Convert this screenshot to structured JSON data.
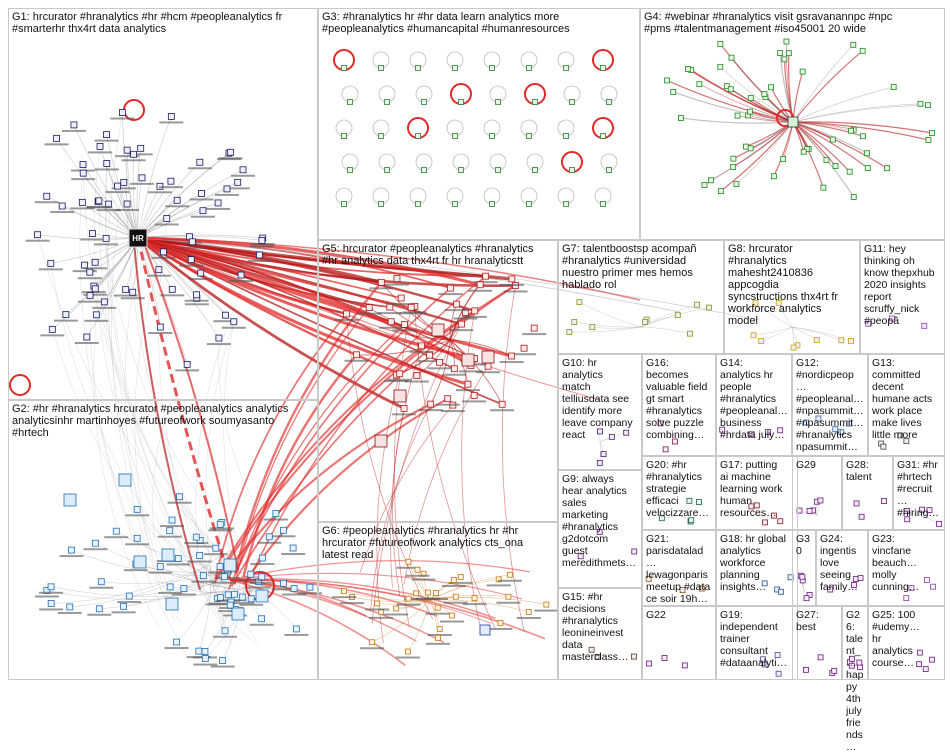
{
  "graph": {
    "groups": [
      {
        "id": "G1",
        "title": "G1: hrcurator #hranalytics #hr #hcm #peopleanalytics fr\n#smarterhr thx4rt data analytics",
        "color": "#1a1a5e"
      },
      {
        "id": "G2",
        "title": "G2: #hr #hranalytics hrcurator #peopleanalytics analytics\nanalyticsinhr martinhoyes #futureofwork soumyasanto\n#hrtech",
        "color": "#1f6fb8"
      },
      {
        "id": "G3",
        "title": "G3: #hranalytics hr #hr data learn analytics more\n#peopleanalytics #humancapital #humanresources",
        "color": "#2e7d32"
      },
      {
        "id": "G4",
        "title": "G4: #webinar #hranalytics visit gsravanannpc #npc\n#pms #talentmanagement #iso45001 20 wide",
        "color": "#1b8a1b"
      },
      {
        "id": "G5",
        "title": "G5: hrcurator #peopleanalytics #hranalytics\n#hr analytics data thx4rt fr hr hranalyticstt",
        "color": "#b01919"
      },
      {
        "id": "G6",
        "title": "G6: #peopleanalytics #hranalytics hr #hr\nhrcurator #futureofwork analytics cts_ona\nlatest read",
        "color": "#c47a12"
      },
      {
        "id": "G7",
        "title": "G7: talentboostsp acompañ\n#hranalytics #universidad\nnuestro primer mes hemos\nhablado rol",
        "color": "#7a9a1a"
      },
      {
        "id": "G8",
        "title": "G8: hrcurator\n#hranalytics\nmahesht2410836\nappcogdia\nsyncstructions thx4rt fr\nworkforce analytics\nmodel",
        "color": "#c9a100"
      },
      {
        "id": "G9",
        "title": "G9: always\nhear analytics\nsales\nmarketing\n#hranalytics\ng2dotcom\nguest\nmeredithmets…",
        "color": "#6a1a7a"
      },
      {
        "id": "G10",
        "title": "G10: hr\nanalytics\nmatch\ntelliusdata see\nidentify more\nleave company\nreact",
        "color": "#4a1a6a"
      },
      {
        "id": "G11",
        "title": "G11: hey\nthinking oh\nknow thepxhub\n2020 insights\nreport\nscruffy_nick\n#peopâ",
        "color": "#8a3ab0"
      },
      {
        "id": "G12",
        "title": "G12:\n#nordicpeop…\n#peopleanal…\n#npasummit…\n#npasummit…\n#hranalytics\nnpasummit…",
        "color": "#2a6ab0"
      },
      {
        "id": "G13",
        "title": "G13:\ncommitted\ndecent\nhumane acts\nwork place\nmake lives\nlittle more",
        "color": "#444444"
      },
      {
        "id": "G14",
        "title": "G14:\nanalytics hr\npeople\n#hranalytics\n#peopleanal…\nbusiness\n#hrdata july…",
        "color": "#6a1a7a"
      },
      {
        "id": "G15",
        "title": "G15: #hr\ndecisions\n#hranalytics\nleonineinvest\ndata\nmasterclass…",
        "color": "#5a3a1a"
      },
      {
        "id": "G16",
        "title": "G16:\nbecomes\nvaluable field\ngt smart\n#hranalytics\nsolve puzzle\ncombining…",
        "color": "#7a1a4a"
      },
      {
        "id": "G17",
        "title": "G17: putting\nai machine\nlearning work\nhuman\nresources…",
        "color": "#8a1a1a"
      },
      {
        "id": "G18",
        "title": "G18: hr global\nanalytics\nworkforce\nplanning\ninsights…",
        "color": "#1a5a8a"
      },
      {
        "id": "G19",
        "title": "G19:\nindependent\ntrainer\nconsultant\n#dataanalyti…",
        "color": "#4a4a8a"
      },
      {
        "id": "G20",
        "title": "G20: #hr\n#hranalytics\nstrategie\nefficaci\nvelocizzare…",
        "color": "#1a6a3a"
      },
      {
        "id": "G21",
        "title": "G21:\nparisdatalad…\nlewagonparis\nmeetup #data\nce soir 19h…",
        "color": "#8a5a1a"
      },
      {
        "id": "G22",
        "title": "G22",
        "color": "#6a1a7a"
      },
      {
        "id": "G23",
        "title": "G23:\nvincfane\nbeauch…\nmolly\ncunning…",
        "color": "#8a4a9a"
      },
      {
        "id": "G24",
        "title": "G24:\ningentis\nlove\nseeing\nfamily…",
        "color": "#6a1a7a"
      },
      {
        "id": "G25",
        "title": "G25: 100\n#udemy…\nhr\nanalytics\ncourse…",
        "color": "#6a1a7a"
      },
      {
        "id": "G26",
        "title": "G26:\ntalent_…\nhappy\n4th july\nfriends…",
        "color": "#6a1a7a"
      },
      {
        "id": "G27",
        "title": "G27:\nbest",
        "color": "#6a1a7a"
      },
      {
        "id": "G28",
        "title": "G28:\ntalent",
        "color": "#6a1a7a"
      },
      {
        "id": "G29",
        "title": "G29",
        "color": "#6a1a7a"
      },
      {
        "id": "G30",
        "title": "G30",
        "color": "#6a1a7a"
      },
      {
        "id": "G31",
        "title": "G31: #hr\n#hrtech\n#recruit…\n#hiring…",
        "color": "#6a1a7a"
      }
    ],
    "hub_label": "HR",
    "edge_colors": {
      "grey": "#9a9a9a",
      "red": "#e02a2a",
      "dark_red": "#b51818"
    }
  }
}
